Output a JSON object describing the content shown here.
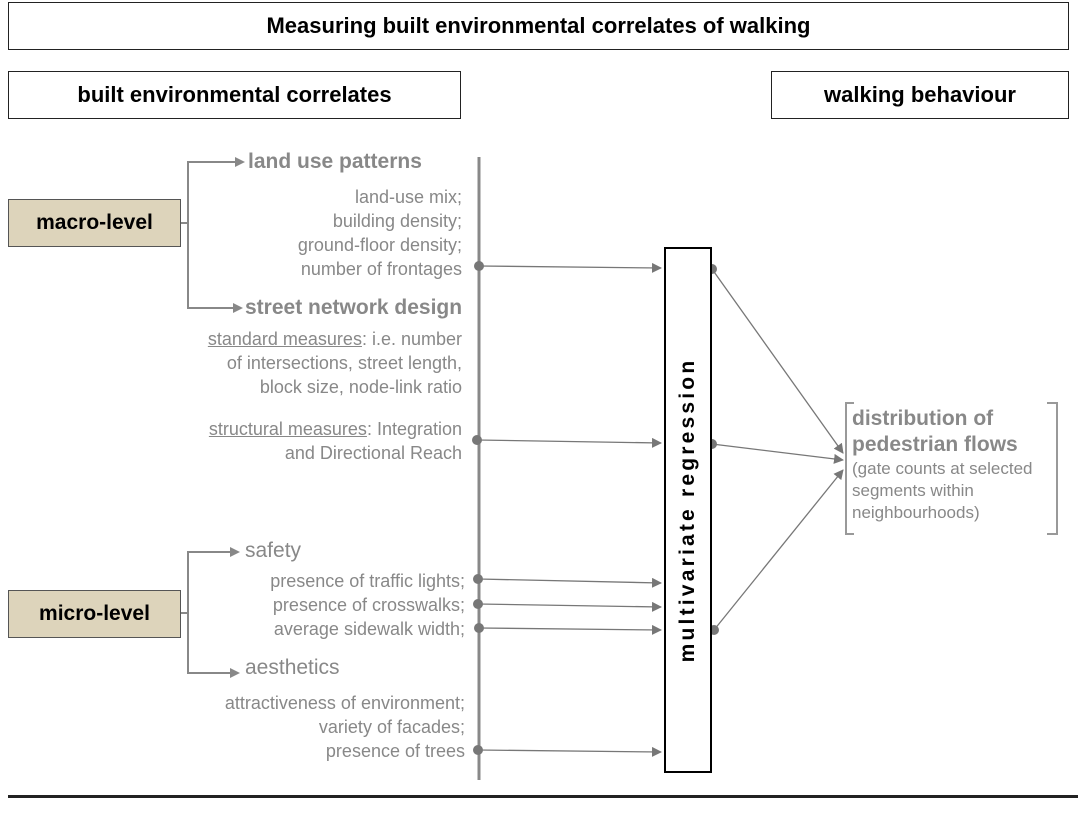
{
  "title": "Measuring built environmental correlates of walking",
  "columns": {
    "left": "built environmental correlates",
    "right": "walking behaviour"
  },
  "levels": {
    "macro": "macro-level",
    "micro": "micro-level"
  },
  "macro": {
    "land_use": {
      "heading": "land use patterns",
      "items": [
        "land-use mix;",
        "building density;",
        "ground-floor density;",
        "number of frontages"
      ]
    },
    "street_network": {
      "heading": "street network design",
      "standard_label": "standard measures",
      "standard_lines": [
        ": i.e. number",
        "of intersections, street length,",
        "block size, node-link ratio"
      ],
      "structural_label": "structural measures",
      "structural_lines": [
        ": Integration",
        "and Directional Reach"
      ]
    }
  },
  "micro": {
    "safety": {
      "heading": "safety",
      "items": [
        "presence of traffic lights;",
        "presence of crosswalks;",
        "average sidewalk width;"
      ]
    },
    "aesthetics": {
      "heading": "aesthetics",
      "items": [
        "attractiveness of environment;",
        "variety of facades;",
        "presence of trees"
      ]
    }
  },
  "regression_label": "multivariate regression",
  "outcome": {
    "title_lines": [
      "distribution of",
      "pedestrian flows"
    ],
    "note_lines": [
      "(gate counts at selected",
      "segments within",
      "neighbourhoods)"
    ]
  },
  "colors": {
    "muted_text": "#888888",
    "line": "#777777",
    "level_fill": "#ddd4bb",
    "border": "#222222"
  }
}
